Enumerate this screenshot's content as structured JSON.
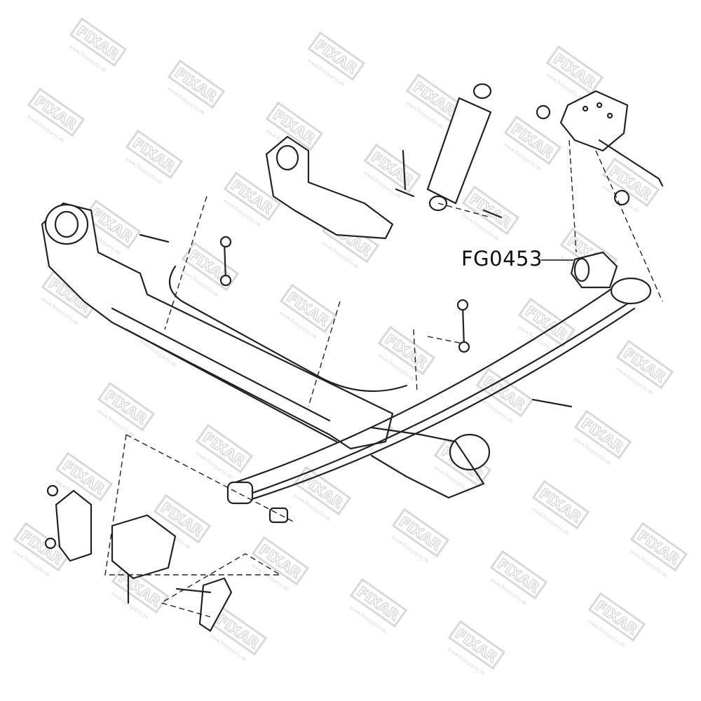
{
  "diagram": {
    "part_label": "FG0453",
    "watermark": {
      "brand": "FIXAR",
      "url": "www.fixarparts.de",
      "color": "#d9d9d9"
    }
  }
}
